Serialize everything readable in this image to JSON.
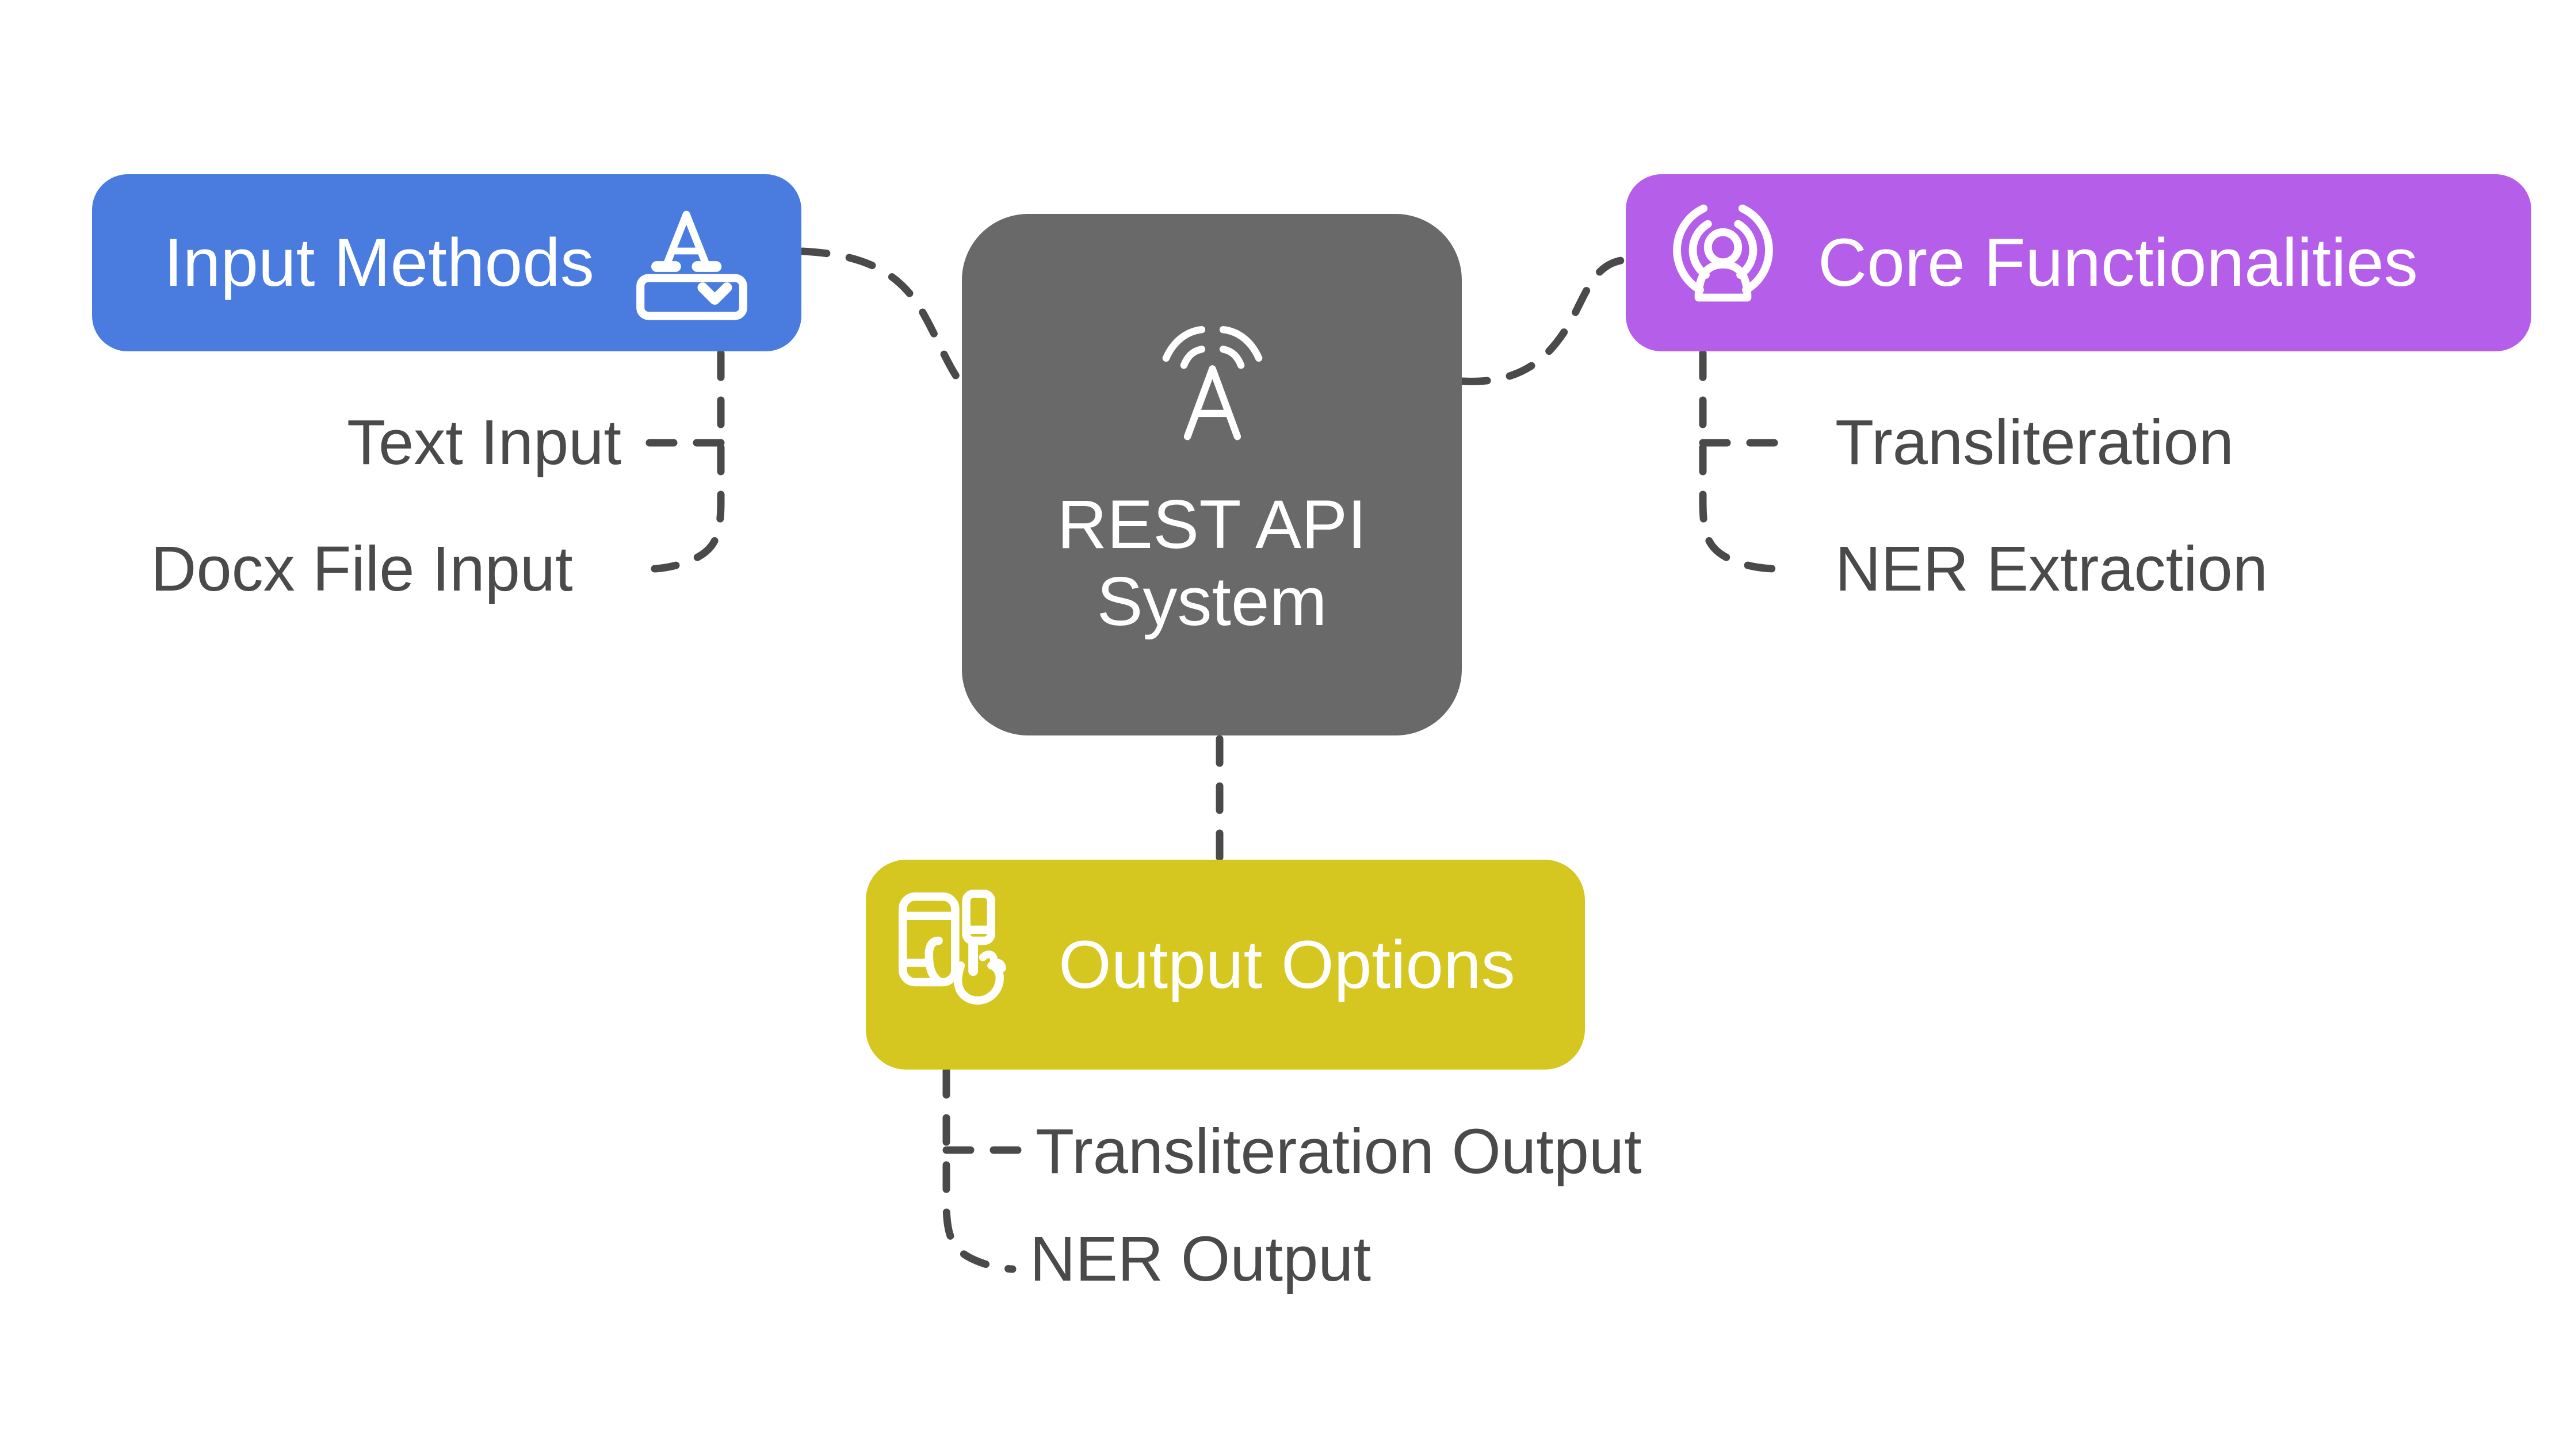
{
  "diagram": {
    "background": "#FFFFFF",
    "connector_color": "#4A4A4A",
    "label_color": "#4A4A4A",
    "center": {
      "label_line1": "REST API",
      "label_line2": "System",
      "color": "#696969",
      "icon": "language-signal-icon"
    },
    "branches": [
      {
        "id": "input-methods",
        "label": "Input Methods",
        "color": "#4A7CE0",
        "icon": "text-input-box-icon",
        "children": [
          "Text Input",
          "Docx File Input"
        ]
      },
      {
        "id": "core-functionalities",
        "label": "Core Functionalities",
        "color": "#B45EE9",
        "icon": "podcast-person-icon",
        "children": [
          "Transliteration",
          "NER Extraction"
        ]
      },
      {
        "id": "output-options",
        "label": "Output Options",
        "color": "#D5C720",
        "icon": "devices-touch-icon",
        "children": [
          "Transliteration Output",
          "NER Output"
        ]
      }
    ]
  }
}
